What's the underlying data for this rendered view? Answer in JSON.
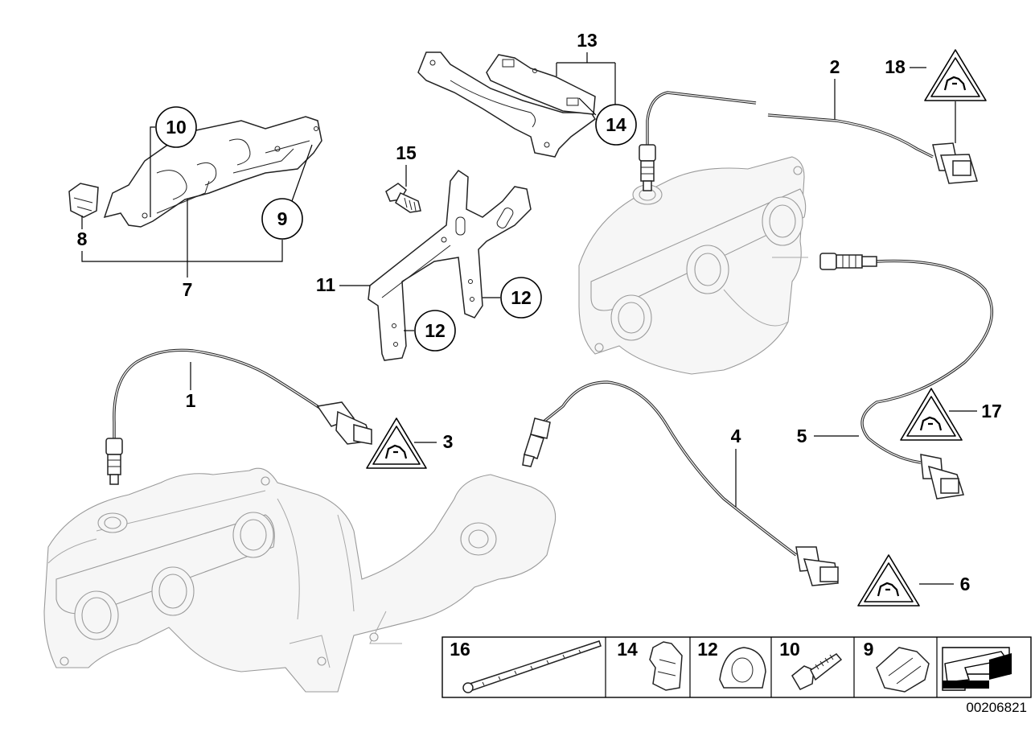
{
  "diagram": {
    "labels": {
      "l1": "1",
      "l2": "2",
      "l3": "3",
      "l4": "4",
      "l5": "5",
      "l6": "6",
      "l7": "7",
      "l8": "8",
      "l9": "9",
      "l10": "10",
      "l11": "11",
      "l12a": "12",
      "l12b": "12",
      "l13": "13",
      "l14": "14",
      "l15": "15",
      "l17": "17",
      "l18": "18"
    },
    "legend": {
      "items": [
        {
          "number": "16",
          "part": "cable tie"
        },
        {
          "number": "14",
          "part": "clip"
        },
        {
          "number": "12",
          "part": "clamp"
        },
        {
          "number": "10",
          "part": "screw"
        },
        {
          "number": "9",
          "part": "clip"
        }
      ]
    },
    "reference": "00206821"
  }
}
